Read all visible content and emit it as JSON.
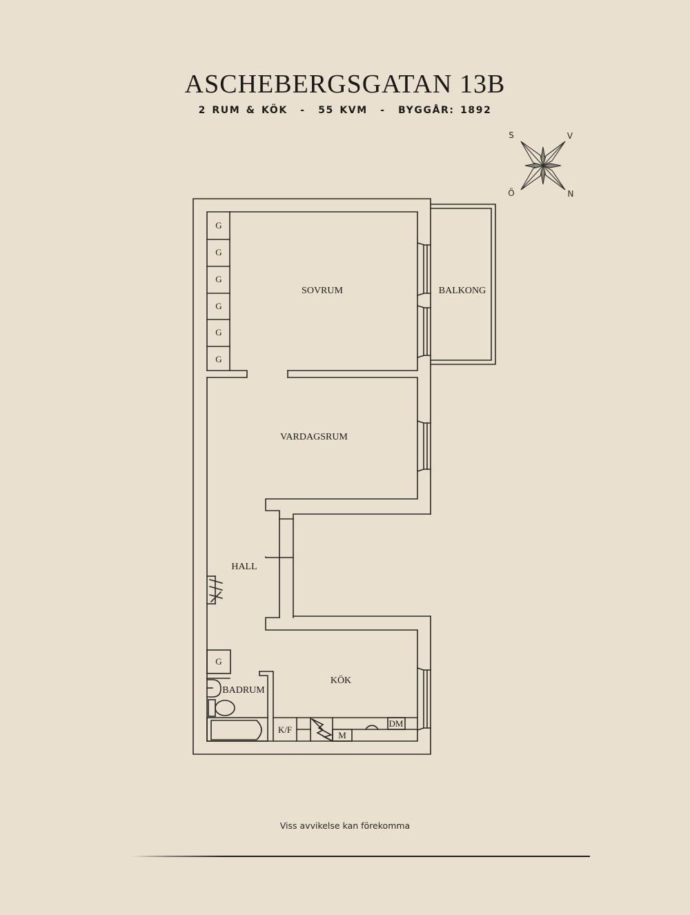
{
  "header": {
    "title": "ASCHEBERGSGATAN 13B",
    "subtitle": {
      "rooms": "2 RUM & KÖK",
      "separator": "-",
      "area": "55 KVM",
      "built": "BYGGÅR: 1892"
    }
  },
  "compass": {
    "top_left": "S",
    "top_right": "V",
    "bottom_left": "Ö",
    "bottom_right": "N",
    "icon": "compass-rose-icon"
  },
  "rooms": {
    "sovrum": "SOVRUM",
    "balkong": "BALKONG",
    "vardagsrum": "VARDAGSRUM",
    "hall": "HALL",
    "badrum": "BADRUM",
    "kok": "KÖK"
  },
  "fixtures": {
    "wardrobes": [
      "G",
      "G",
      "G",
      "G",
      "G",
      "G"
    ],
    "hall_wardrobe": "G",
    "fridge_freezer": "K/F",
    "microwave": "M",
    "dishwasher": "DM"
  },
  "footer": {
    "disclaimer": "Viss avvikelse kan förekomma"
  },
  "colors": {
    "background": "#e9e0cf",
    "ink": "#2a2826"
  }
}
